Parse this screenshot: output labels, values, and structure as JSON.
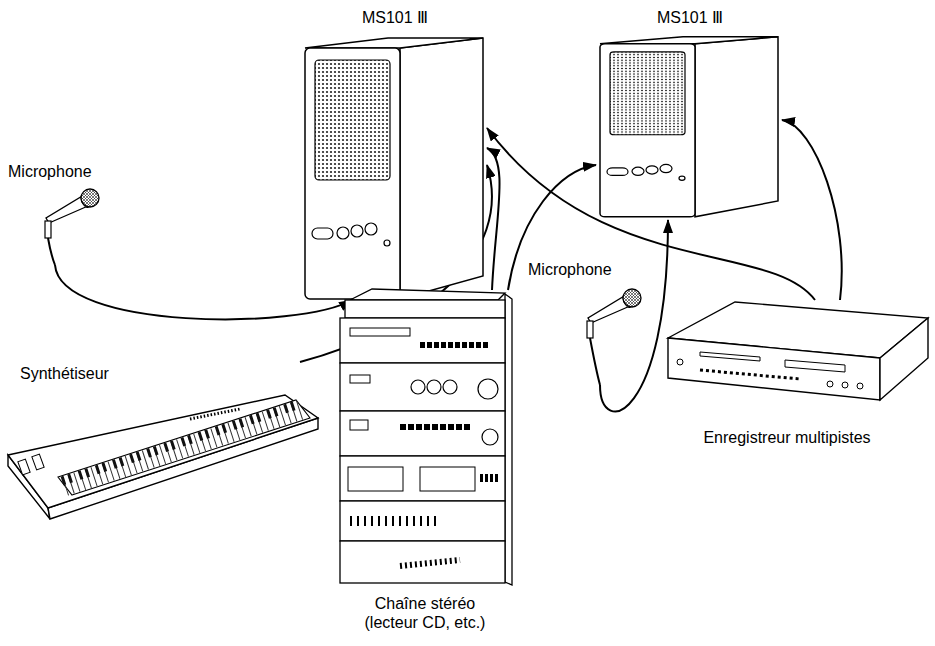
{
  "diagram": {
    "nodes": [
      {
        "text": [
          "MS101 Ⅲ"
        ]
      },
      {
        "text": [
          "MS101 Ⅲ"
        ]
      },
      {
        "text": [
          "Microphone"
        ]
      },
      {
        "text": [
          "Synthétiseur"
        ]
      },
      {
        "text": [
          "Chaîne stéréo (lecteur CD, etc.)"
        ]
      },
      {
        "text": [
          "Microphone"
        ]
      },
      {
        "text": [
          "Enregistreur multipistes"
        ]
      }
    ],
    "edges": [
      {
        "from": 2,
        "to": 0,
        "arrow": "to"
      },
      {
        "from": 3,
        "to": 0,
        "arrow": "to"
      },
      {
        "from": 4,
        "to": 0,
        "arrow": "to"
      },
      {
        "from": 4,
        "to": 1,
        "arrow": "to"
      },
      {
        "from": 5,
        "to": 1,
        "arrow": "to"
      },
      {
        "from": 6,
        "to": 0,
        "arrow": "to"
      },
      {
        "from": 6,
        "to": 1,
        "arrow": "to"
      }
    ]
  }
}
